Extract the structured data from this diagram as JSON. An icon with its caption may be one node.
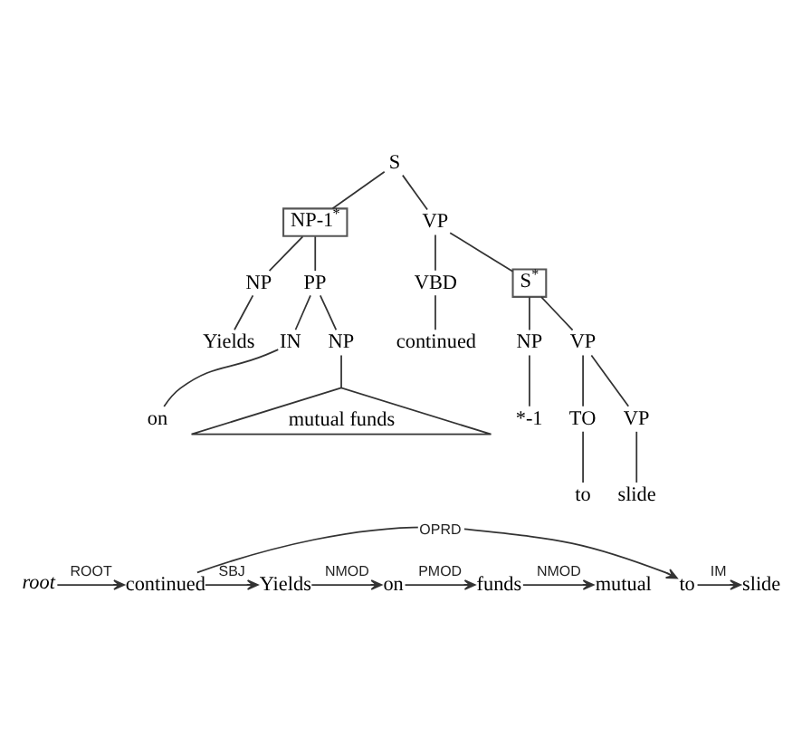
{
  "diagram": {
    "nodes": [
      {
        "text": [
          "S"
        ]
      },
      {
        "text": [
          "NP-1$^{*}$"
        ]
      },
      {
        "text": [
          "VP"
        ]
      },
      {
        "text": [
          "NP"
        ]
      },
      {
        "text": [
          "PP"
        ]
      },
      {
        "text": [
          "VBD"
        ]
      },
      {
        "text": [
          "S$^{*}$"
        ]
      },
      {
        "text": [
          "Yields"
        ]
      },
      {
        "text": [
          "IN"
        ]
      },
      {
        "text": [
          "NP"
        ]
      },
      {
        "text": [
          "continued"
        ]
      },
      {
        "text": [
          "NP"
        ]
      },
      {
        "text": [
          "VP"
        ]
      },
      {
        "text": [
          "on"
        ]
      },
      {
        "text": [
          "mutual funds"
        ]
      },
      {
        "text": [
          "*-1"
        ]
      },
      {
        "text": [
          "TO"
        ]
      },
      {
        "text": [
          "VP"
        ]
      },
      {
        "text": [
          "to"
        ]
      },
      {
        "text": [
          "slide"
        ]
      },
      {
        "text": [
          "root"
        ]
      },
      {
        "text": [
          "Yields"
        ]
      },
      {
        "text": [
          "on"
        ]
      },
      {
        "text": [
          "mutual"
        ]
      },
      {
        "text": [
          "funds"
        ]
      },
      {
        "text": [
          "continued"
        ]
      },
      {
        "text": [
          "to"
        ]
      },
      {
        "text": [
          "slide"
        ]
      }
    ],
    "edges": [
      {
        "from": 0,
        "to": 1,
        "arrow": "none"
      },
      {
        "from": 1,
        "to": 3,
        "arrow": "none"
      },
      {
        "from": 3,
        "to": 7,
        "arrow": "none"
      },
      {
        "from": 1,
        "to": 4,
        "arrow": "none"
      },
      {
        "from": 4,
        "to": 8,
        "arrow": "none"
      },
      {
        "from": 8,
        "to": 13,
        "arrow": "none"
      },
      {
        "from": 4,
        "to": 9,
        "arrow": "none"
      },
      {
        "from": 9,
        "to": 14,
        "arrow": "none"
      },
      {
        "from": 0,
        "to": 2,
        "arrow": "none"
      },
      {
        "from": 2,
        "to": 5,
        "arrow": "none"
      },
      {
        "from": 5,
        "to": 10,
        "arrow": "none"
      },
      {
        "from": 2,
        "to": 6,
        "arrow": "none"
      },
      {
        "from": 6,
        "to": 11,
        "arrow": "none"
      },
      {
        "from": 11,
        "to": 15,
        "arrow": "none"
      },
      {
        "from": 6,
        "to": 12,
        "arrow": "none"
      },
      {
        "from": 12,
        "to": 16,
        "arrow": "none"
      },
      {
        "from": 16,
        "to": 18,
        "arrow": "none"
      },
      {
        "from": 12,
        "to": 17,
        "arrow": "none"
      },
      {
        "from": 17,
        "to": 19,
        "arrow": "none"
      },
      {
        "from": 20,
        "to": 25,
        "arrow": "to",
        "label": "ROOT"
      },
      {
        "from": 25,
        "to": 21,
        "arrow": "to",
        "label": "SBJ"
      },
      {
        "from": 22,
        "to": 24,
        "arrow": "to",
        "label": "PMOD"
      },
      {
        "from": 21,
        "to": 22,
        "arrow": "to",
        "label": "NMOD"
      },
      {
        "from": 24,
        "to": 23,
        "arrow": "to",
        "label": "NMOD"
      },
      {
        "from": 25,
        "to": 26,
        "arrow": "to",
        "label": "OPRD"
      },
      {
        "from": 26,
        "to": 27,
        "arrow": "to",
        "label": "IM"
      }
    ]
  }
}
